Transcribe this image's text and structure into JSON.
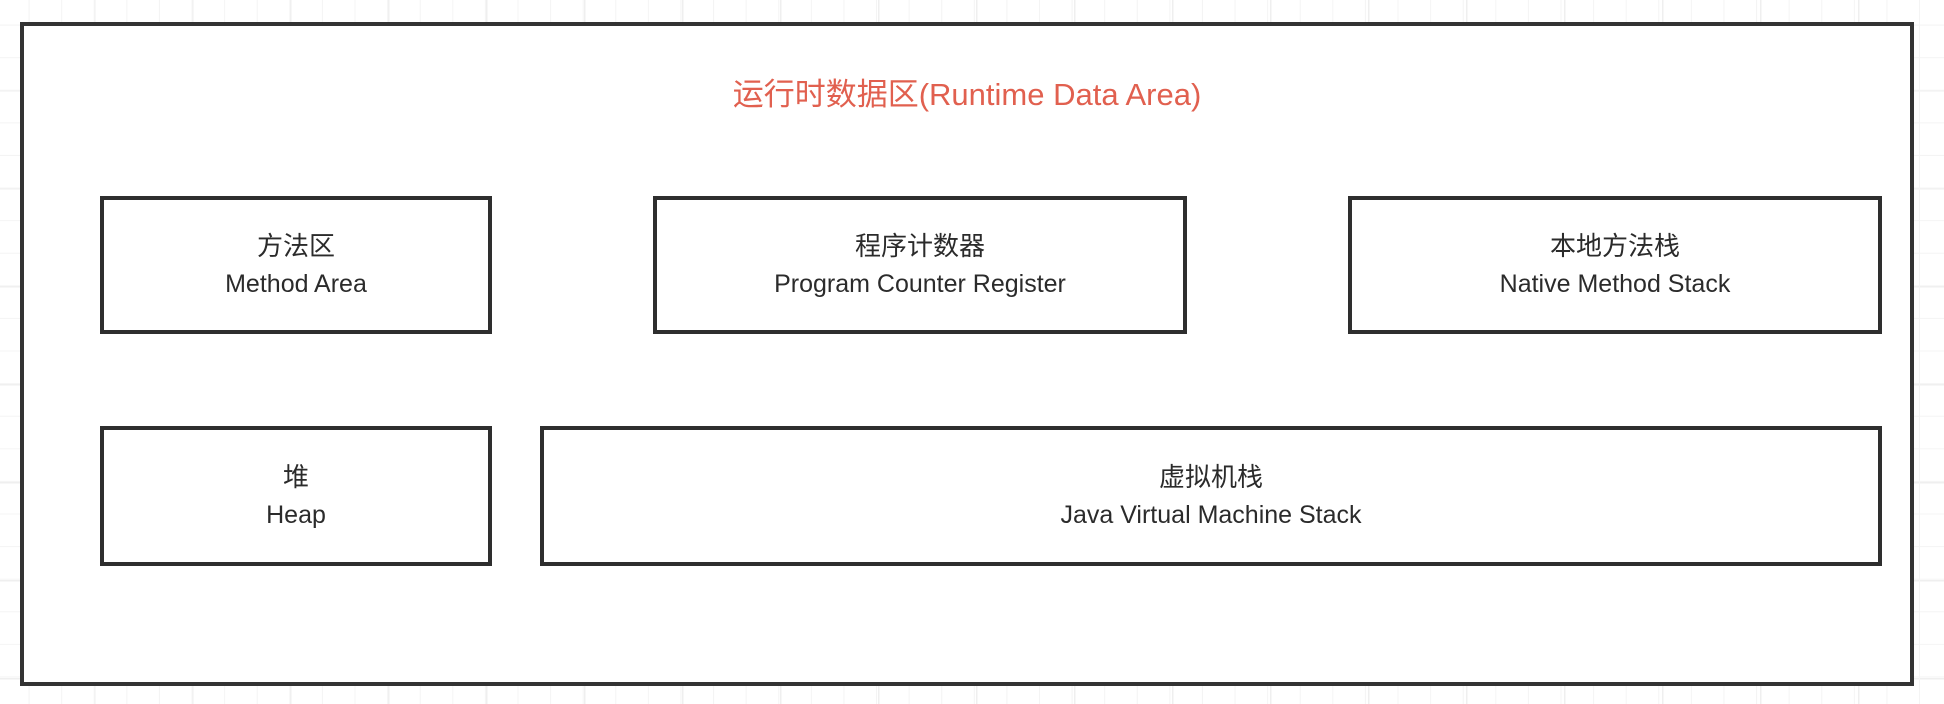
{
  "diagram": {
    "title": "运行时数据区(Runtime Data Area)",
    "title_color": "#e1604f",
    "frame_border_color": "#333333",
    "box_border_color": "#2e2e2e",
    "background_color": "#ffffff",
    "grid_line_color": "#efefef",
    "nodes": [
      {
        "id": "method-area",
        "label_cn": "方法区",
        "label_en": "Method Area",
        "row": "top",
        "column": 1
      },
      {
        "id": "pc-register",
        "label_cn": "程序计数器",
        "label_en": "Program Counter Register",
        "row": "top",
        "column": 2
      },
      {
        "id": "native-method-stack",
        "label_cn": "本地方法栈",
        "label_en": "Native Method Stack",
        "row": "top",
        "column": 3
      },
      {
        "id": "heap",
        "label_cn": "堆",
        "label_en": "Heap",
        "row": "bottom",
        "column": 1
      },
      {
        "id": "jvm-stack",
        "label_cn": "虚拟机栈",
        "label_en": "Java Virtual Machine Stack",
        "row": "bottom",
        "column": 2
      }
    ]
  }
}
